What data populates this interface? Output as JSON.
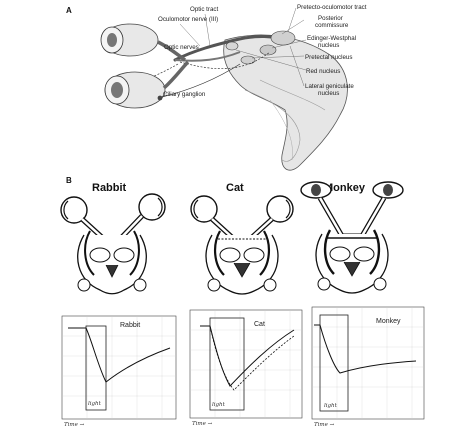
{
  "panel_a": {
    "letter": "A",
    "labels": {
      "optic_tract": "Optic tract",
      "oculomotor_nerve": "Oculomotor nerve (III)",
      "optic_nerves": "Optic nerves",
      "ciliary_ganglion": "Ciliary ganglion",
      "pretecto_oculomotor": "Pretecto-oculomotor tract",
      "posterior": "Posterior",
      "commissure": "commissure",
      "edinger": "Edinger-Westphal",
      "edinger_nucleus": "nucleus",
      "pretectal": "Pretectal nucleus",
      "red_nucleus": "Red nucleus",
      "lgn": "Lateral geniculate",
      "lgn_nucleus": "nucleus"
    }
  },
  "panel_b": {
    "letter": "B",
    "species": [
      "Rabbit",
      "Cat",
      "Monkey"
    ],
    "plots": [
      {
        "title": "Rabbit",
        "light_label": "light",
        "time_label": "Time →"
      },
      {
        "title": "Cat",
        "light_label": "light",
        "time_label": "Time →"
      },
      {
        "title": "Monkey",
        "light_label": "light",
        "time_label": "Time →"
      }
    ]
  },
  "colors": {
    "ink": "#222222",
    "grid": "#9a9a9a",
    "shade": "#bdbdbd",
    "fill_dark": "#3a3a3a"
  }
}
